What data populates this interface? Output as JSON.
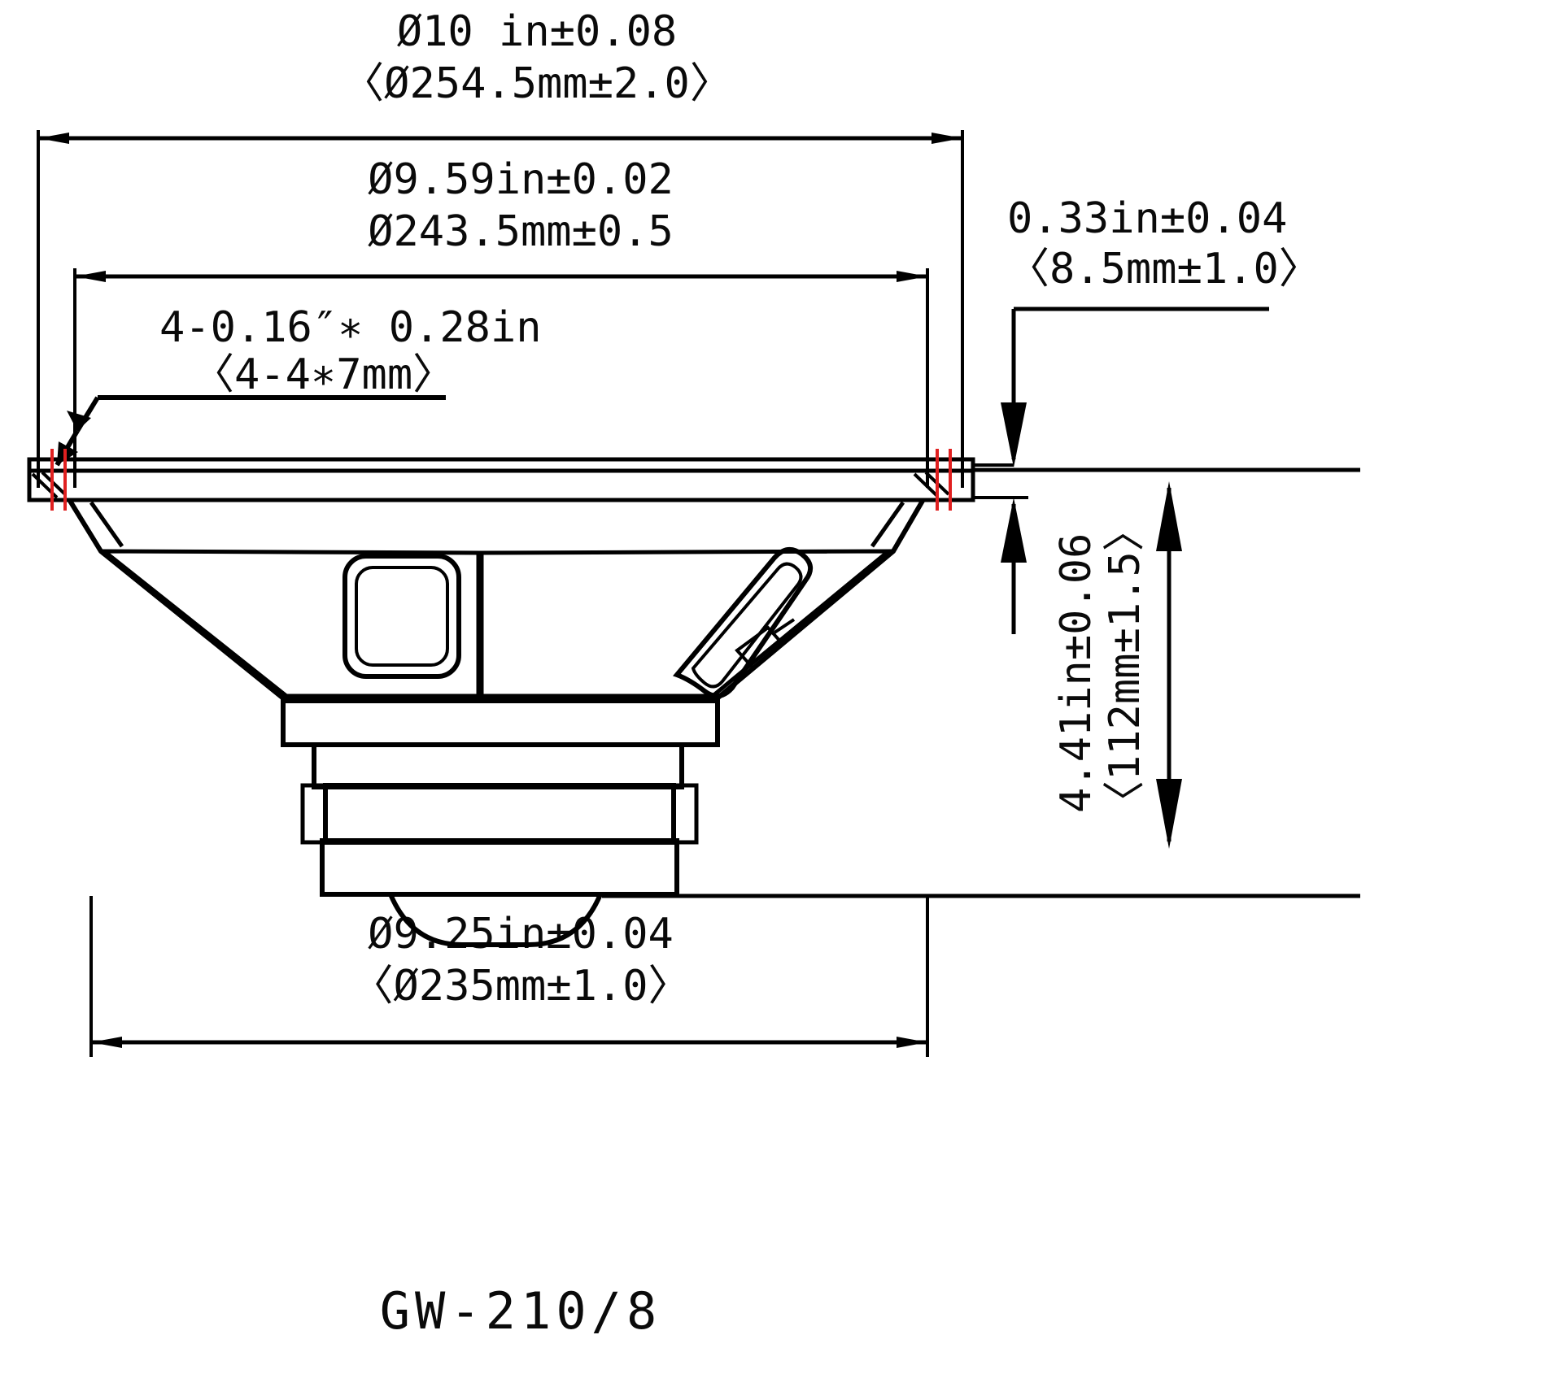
{
  "drawing": {
    "title": "GW-210/8",
    "description": "Loudspeaker cross-section dimensional drawing",
    "units_note": "inches with millimeters in parentheses",
    "line_color": "#000000",
    "centerline_color": "#e02020",
    "background": "#ffffff"
  },
  "dimensions": {
    "overall_diameter": {
      "line1": "Ø10  in±0.08",
      "line2": "〈Ø254.5mm±2.0〉",
      "value_in": 10,
      "tol_in": 0.08,
      "value_mm": 254.5,
      "tol_mm": 2.0
    },
    "bolt_circle_diameter": {
      "line1": "Ø9.59in±0.02",
      "line2": "Ø243.5mm±0.5",
      "value_in": 9.59,
      "tol_in": 0.02,
      "value_mm": 243.5,
      "tol_mm": 0.5
    },
    "mounting_slots": {
      "line1": "4-0.16″∗ 0.28in",
      "line2": "〈4-4∗7mm〉",
      "count": 4,
      "slot_in": "0.16 x 0.28",
      "slot_mm": "4 x 7"
    },
    "flange_thickness": {
      "line1": "0.33in±0.04",
      "line2": "〈8.5mm±1.0〉",
      "value_in": 0.33,
      "tol_in": 0.04,
      "value_mm": 8.5,
      "tol_mm": 1.0
    },
    "overall_depth": {
      "line1": "4.41in±0.06",
      "line2": "〈112mm±1.5〉",
      "value_in": 4.41,
      "tol_in": 0.06,
      "value_mm": 112,
      "tol_mm": 1.5
    },
    "cutout_diameter": {
      "line1": "Ø9.25in±0.04",
      "line2": "〈Ø235mm±1.0〉",
      "value_in": 9.25,
      "tol_in": 0.04,
      "value_mm": 235,
      "tol_mm": 1.0
    }
  }
}
